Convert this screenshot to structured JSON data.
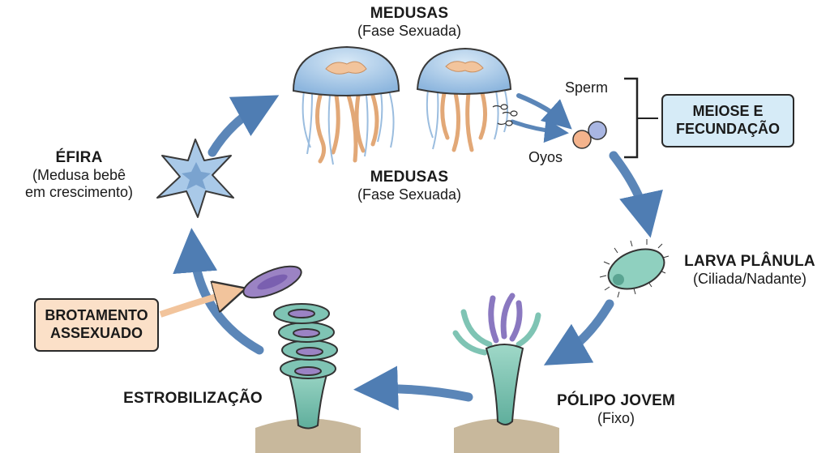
{
  "stages": {
    "medusas_top": {
      "title": "MEDUSAS",
      "subtitle": "(Fase Sexuada)"
    },
    "medusas_bottom": {
      "title": "MEDUSAS",
      "subtitle": "(Fase Sexuada)"
    },
    "efira": {
      "title": "ÉFIRA",
      "line1": "(Medusa bebê",
      "line2": "em crescimento)"
    },
    "larva": {
      "title": "LARVA PLÂNULA",
      "subtitle": "(Ciliada/Nadante)"
    },
    "polipo": {
      "title": "PÓLIPO JOVEM",
      "subtitle": "(Fixo)"
    },
    "estrobilizacao": {
      "title": "ESTROBILIZAÇÃO"
    }
  },
  "gametes": {
    "sperm": "Sperm",
    "eggs": "Oyos"
  },
  "callouts": {
    "meiose": {
      "line1": "MEIOSE E",
      "line2": "FECUNDAÇÃO",
      "fill": "#d6ebf7"
    },
    "brotamento": {
      "line1": "BROTAMENTO",
      "line2": "ASSEXUADO",
      "fill": "#fbe0c8"
    }
  },
  "colors": {
    "arrow": "#5b86b8",
    "jelly": "#a9c9e8",
    "jelly_tentacle": "#f2c9a0",
    "polyp": "#7fc4b4",
    "disc": "#9b83c4",
    "larva": "#8fd0bf"
  }
}
